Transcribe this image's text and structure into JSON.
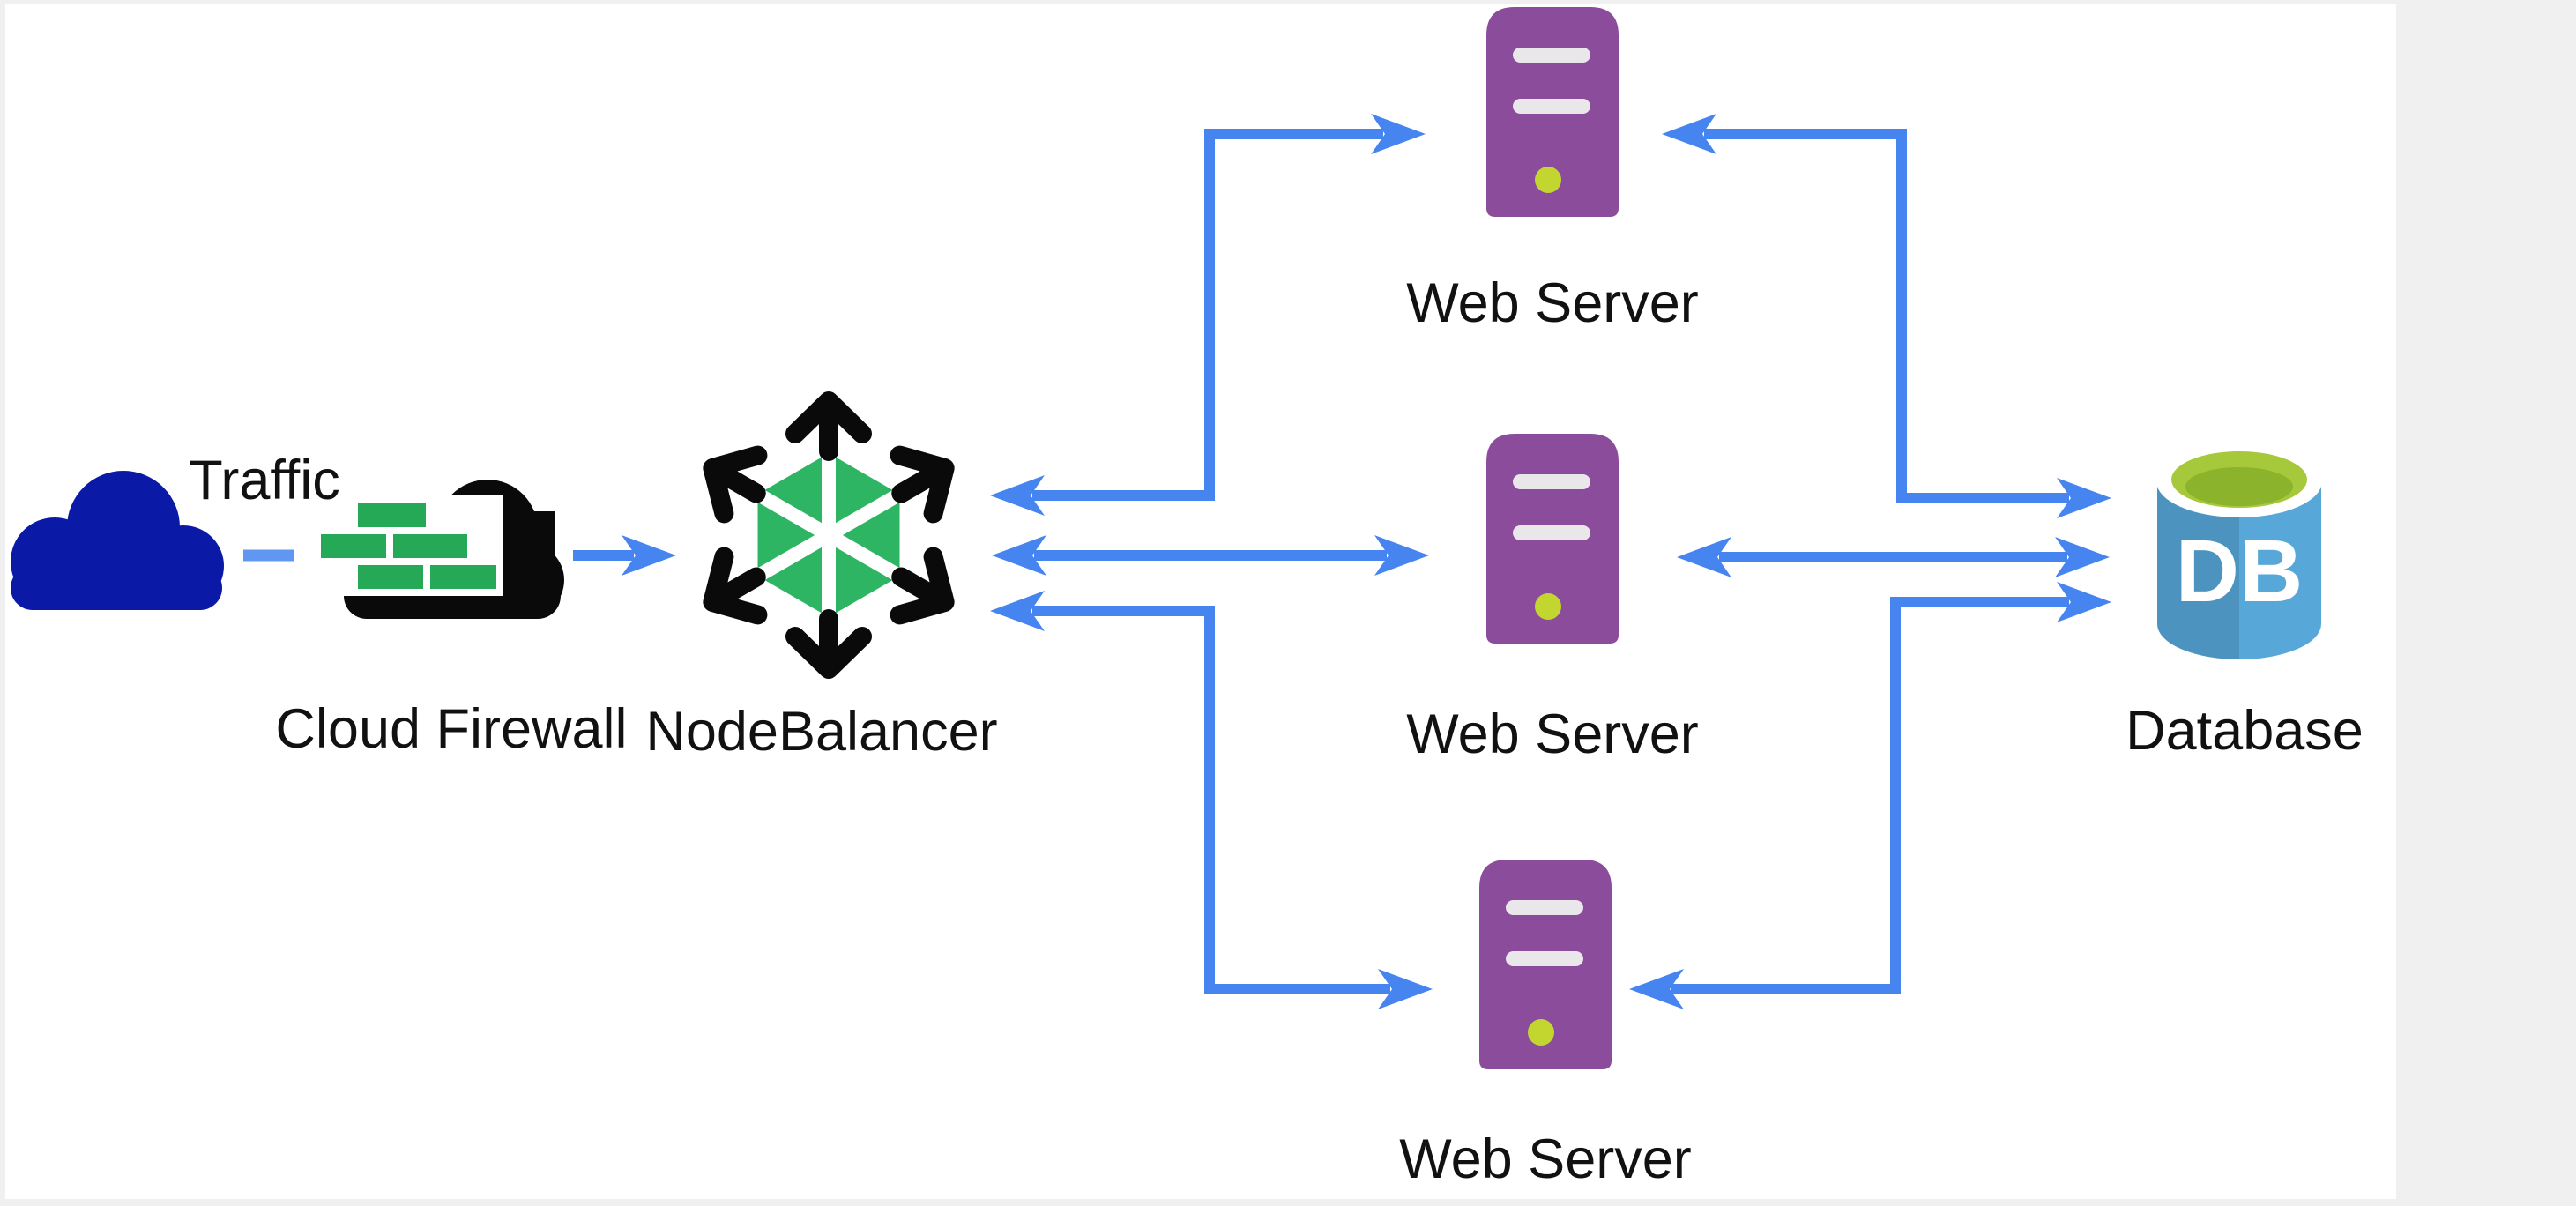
{
  "diagram": {
    "title": "NodeBalancer architecture diagram",
    "nodes": {
      "traffic": {
        "label": "Traffic"
      },
      "firewall": {
        "label": "Cloud Firewall"
      },
      "nodebalancer": {
        "label": "NodeBalancer"
      },
      "web_server_top": {
        "label": "Web Server"
      },
      "web_server_middle": {
        "label": "Web Server"
      },
      "web_server_bottom": {
        "label": "Web Server"
      },
      "database": {
        "label": "Database",
        "glyph": "DB"
      }
    },
    "edges": [
      {
        "from": "traffic",
        "to": "firewall",
        "style": "dashed"
      },
      {
        "from": "firewall",
        "to": "nodebalancer",
        "style": "arrow"
      },
      {
        "from": "nodebalancer",
        "to": "web_server_top",
        "style": "bidirectional-elbow"
      },
      {
        "from": "nodebalancer",
        "to": "web_server_middle",
        "style": "bidirectional-straight"
      },
      {
        "from": "nodebalancer",
        "to": "web_server_bottom",
        "style": "bidirectional-elbow"
      },
      {
        "from": "web_server_top",
        "to": "database",
        "style": "bidirectional-elbow"
      },
      {
        "from": "web_server_middle",
        "to": "database",
        "style": "bidirectional-straight"
      },
      {
        "from": "web_server_bottom",
        "to": "database",
        "style": "bidirectional-elbow"
      }
    ],
    "colors": {
      "page_bg": "#F0F0F0",
      "canvas_bg": "#FFFFFF",
      "arrow_blue": "#4684EF",
      "dash_blue": "#5F97F3",
      "traffic_cloud_navy": "#0B1AA6",
      "firewall_black": "#0A0A0A",
      "brick_green": "#26A957",
      "nodebalancer_green": "#2EB564",
      "server_purple": "#8B4D9B",
      "server_slot_gray": "#E9E7EA",
      "server_led_green": "#C3D62F",
      "db_body_left": "#4C94BF",
      "db_body_right": "#57A8D8",
      "db_top_lime": "#A5C93B",
      "db_top_lime_dark": "#8CB32C",
      "label_color": "#111111"
    }
  }
}
